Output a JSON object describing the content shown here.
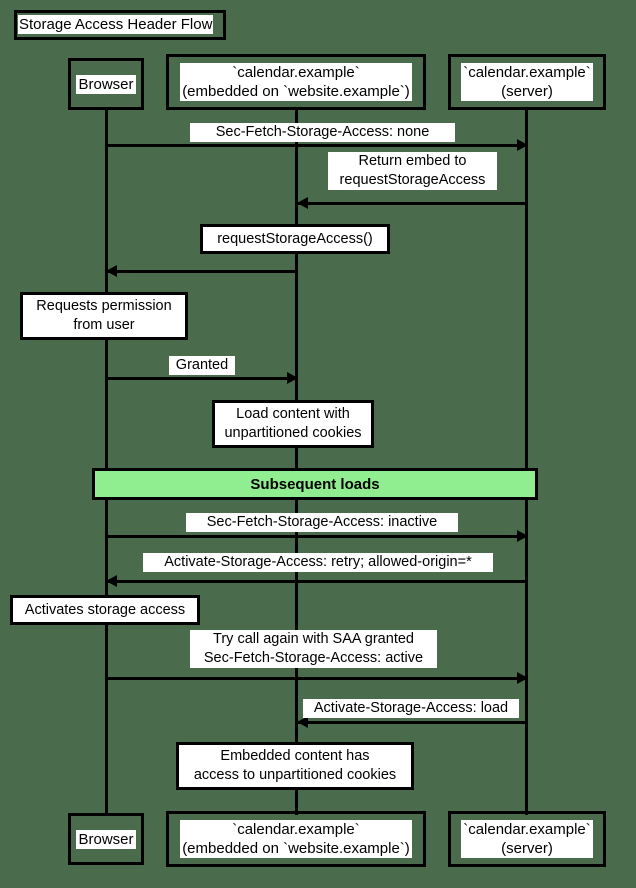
{
  "diagram": {
    "title": "Storage Access Header Flow",
    "type": "sequence-diagram",
    "background_color": "#4a6b4c",
    "accent_color": "#90ee90"
  },
  "participants": [
    {
      "id": "browser",
      "label": "Browser"
    },
    {
      "id": "embed",
      "label": "`calendar.example`\n(embedded on `website.example`)"
    },
    {
      "id": "server",
      "label": "`calendar.example`\n(server)"
    }
  ],
  "participants_bottom": [
    {
      "id": "browser",
      "label": "Browser"
    },
    {
      "id": "embed",
      "label": "`calendar.example`\n(embedded on `website.example`)"
    },
    {
      "id": "server",
      "label": "`calendar.example`\n(server)"
    }
  ],
  "messages": [
    {
      "id": "m1",
      "from": "browser",
      "to": "server",
      "direction": "right",
      "label": "Sec-Fetch-Storage-Access: none"
    },
    {
      "id": "m2",
      "from": "server",
      "to": "embed",
      "direction": "left",
      "label": "Return embed to\nrequestStorageAccess"
    },
    {
      "id": "m3",
      "from": "embed",
      "to": "browser",
      "direction": "left",
      "label": ""
    },
    {
      "id": "m4",
      "from": "browser",
      "to": "embed",
      "direction": "right",
      "label": "Granted"
    },
    {
      "id": "m5",
      "from": "browser",
      "to": "server",
      "direction": "right",
      "label": "Sec-Fetch-Storage-Access: inactive"
    },
    {
      "id": "m6",
      "from": "server",
      "to": "browser",
      "direction": "left",
      "label": "Activate-Storage-Access: retry; allowed-origin=*"
    },
    {
      "id": "m7",
      "from": "browser",
      "to": "server",
      "direction": "right",
      "label": "Try call again with SAA granted\nSec-Fetch-Storage-Access: active"
    },
    {
      "id": "m8",
      "from": "server",
      "to": "embed",
      "direction": "left",
      "label": "Activate-Storage-Access: load"
    }
  ],
  "notes": [
    {
      "id": "n1",
      "over": "embed",
      "label": "requestStorageAccess()"
    },
    {
      "id": "n2",
      "over": "browser",
      "label": "Requests permission\nfrom user"
    },
    {
      "id": "n3",
      "over": "embed",
      "label": "Load content with\nunpartitioned cookies"
    },
    {
      "id": "n4",
      "over": "browser",
      "label": "Activates storage access"
    },
    {
      "id": "n5",
      "over": "embed",
      "label": "Embedded content has\naccess to unpartitioned cookies"
    }
  ],
  "dividers": [
    {
      "id": "d1",
      "label": "Subsequent loads",
      "color": "#90ee90"
    }
  ]
}
